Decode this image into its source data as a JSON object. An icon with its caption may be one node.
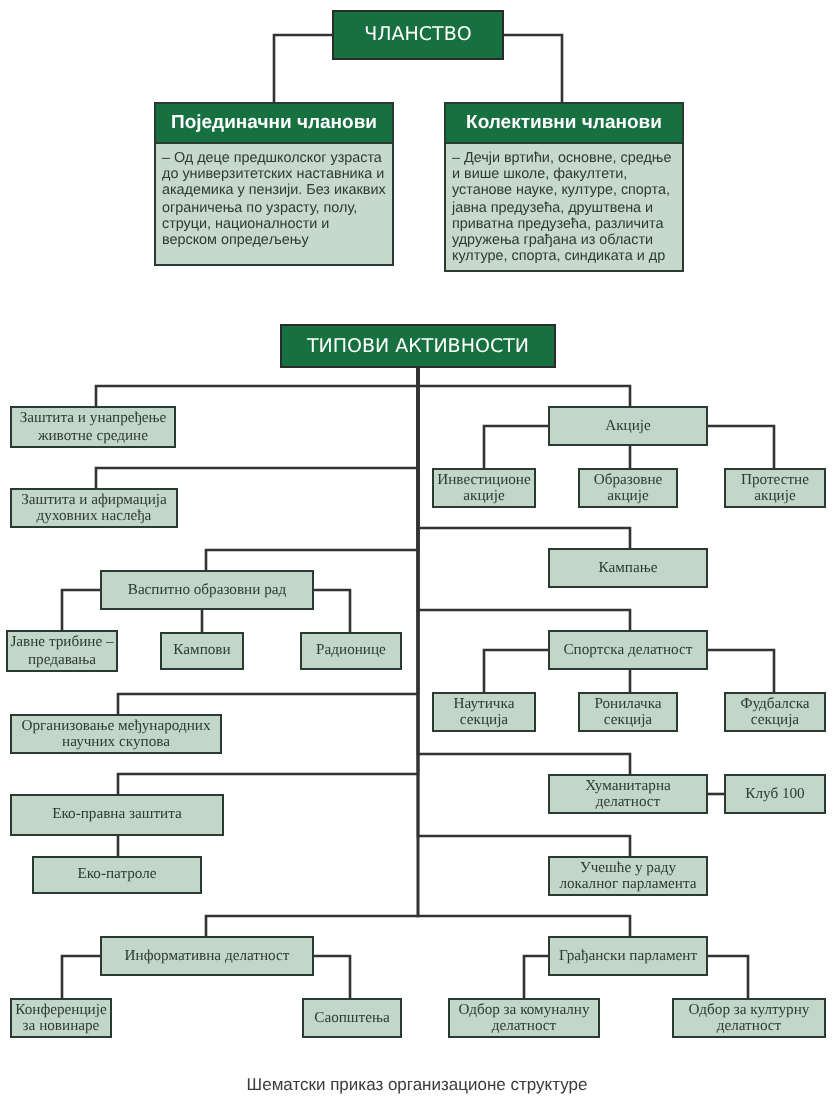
{
  "diagram": {
    "caption": "Шематски приказ организационе структуре",
    "nodes": [
      {
        "text": [
          "ЧЛАНСТВО"
        ]
      },
      {
        "text": [
          "Појединачни чланови",
          "– Од деце предшколског узраста до универзитетских наставника и академика у пензији. Без икаквих ограничења по узрасту, полу, струци, националности и верском опредељењу"
        ]
      },
      {
        "text": [
          "Колективни чланови",
          "– Дечји вртићи, основне, средње и више школе, факултети, установе науке, културе, спорта, јавна предузећа, друштвена и приватна предузећа, различита удружења грађана из области културе, спорта, синдиката и др"
        ]
      },
      {
        "text": [
          "ТИПОВИ АКТИВНОСТИ"
        ]
      },
      {
        "text": [
          "Заштита и унапређење животне средине"
        ]
      },
      {
        "text": [
          "Акције"
        ]
      },
      {
        "text": [
          "Инвестиционе акције"
        ]
      },
      {
        "text": [
          "Образовне акције"
        ]
      },
      {
        "text": [
          "Протестне акције"
        ]
      },
      {
        "text": [
          "Заштита и афирмација духовних наслеђа"
        ]
      },
      {
        "text": [
          "Кампање"
        ]
      },
      {
        "text": [
          "Васпитно образовни рад"
        ]
      },
      {
        "text": [
          "Јавне трибине – предавања"
        ]
      },
      {
        "text": [
          "Кампови"
        ]
      },
      {
        "text": [
          "Радионице"
        ]
      },
      {
        "text": [
          "Спортска делатност"
        ]
      },
      {
        "text": [
          "Наутичка секција"
        ]
      },
      {
        "text": [
          "Ронилачка секција"
        ]
      },
      {
        "text": [
          "Фудбалска секција"
        ]
      },
      {
        "text": [
          "Организовање међународних научних скупова"
        ]
      },
      {
        "text": [
          "Хуманитарна делатност"
        ]
      },
      {
        "text": [
          "Клуб 100"
        ]
      },
      {
        "text": [
          "Еко-правна заштита"
        ]
      },
      {
        "text": [
          "Учешће у раду локалног парламента"
        ]
      },
      {
        "text": [
          "Еко-патроле"
        ]
      },
      {
        "text": [
          "Информативна делатност"
        ]
      },
      {
        "text": [
          "Грађански парламент"
        ]
      },
      {
        "text": [
          "Конференције за новинаре"
        ]
      },
      {
        "text": [
          "Саопштења"
        ]
      },
      {
        "text": [
          "Одбор за комуналну делатност"
        ]
      },
      {
        "text": [
          "Одбор за културну делатност"
        ]
      }
    ],
    "edges": [
      {
        "from": 0,
        "to": 1,
        "arrow": "none"
      },
      {
        "from": 0,
        "to": 2,
        "arrow": "none"
      },
      {
        "from": 3,
        "to": 4,
        "arrow": "none"
      },
      {
        "from": 3,
        "to": 5,
        "arrow": "none"
      },
      {
        "from": 5,
        "to": 6,
        "arrow": "none"
      },
      {
        "from": 5,
        "to": 7,
        "arrow": "none"
      },
      {
        "from": 5,
        "to": 8,
        "arrow": "none"
      },
      {
        "from": 3,
        "to": 9,
        "arrow": "none"
      },
      {
        "from": 3,
        "to": 10,
        "arrow": "none"
      },
      {
        "from": 3,
        "to": 11,
        "arrow": "none"
      },
      {
        "from": 11,
        "to": 12,
        "arrow": "none"
      },
      {
        "from": 11,
        "to": 13,
        "arrow": "none"
      },
      {
        "from": 11,
        "to": 14,
        "arrow": "none"
      },
      {
        "from": 3,
        "to": 15,
        "arrow": "none"
      },
      {
        "from": 15,
        "to": 16,
        "arrow": "none"
      },
      {
        "from": 15,
        "to": 17,
        "arrow": "none"
      },
      {
        "from": 15,
        "to": 18,
        "arrow": "none"
      },
      {
        "from": 3,
        "to": 19,
        "arrow": "none"
      },
      {
        "from": 3,
        "to": 20,
        "arrow": "none"
      },
      {
        "from": 20,
        "to": 21,
        "arrow": "none"
      },
      {
        "from": 3,
        "to": 22,
        "arrow": "none"
      },
      {
        "from": 22,
        "to": 24,
        "arrow": "none"
      },
      {
        "from": 3,
        "to": 23,
        "arrow": "none"
      },
      {
        "from": 3,
        "to": 25,
        "arrow": "none"
      },
      {
        "from": 3,
        "to": 26,
        "arrow": "none"
      },
      {
        "from": 25,
        "to": 27,
        "arrow": "none"
      },
      {
        "from": 25,
        "to": 28,
        "arrow": "none"
      },
      {
        "from": 26,
        "to": 29,
        "arrow": "none"
      },
      {
        "from": 26,
        "to": 30,
        "arrow": "none"
      }
    ]
  }
}
